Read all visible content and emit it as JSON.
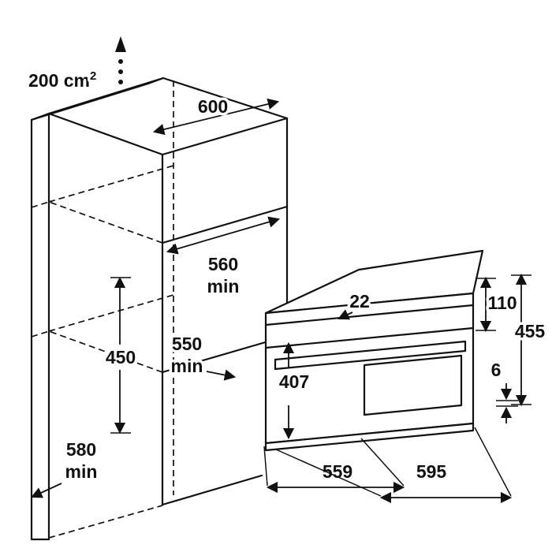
{
  "page": {
    "background": "#ffffff",
    "line_color": "#111111"
  },
  "labels": {
    "vent_area": "200 cm",
    "vent_area_sup": "2",
    "top_width": "600",
    "niche_width": "560",
    "niche_width_min": "min",
    "niche_height": "450",
    "niche_depth": "550",
    "niche_depth_min": "min",
    "floor_clearance": "580",
    "floor_clearance_min": "min",
    "top_inset": "22",
    "panel_height": "110",
    "oven_height": "455",
    "bottom_gap": "6",
    "door_height": "407",
    "oven_depth": "559",
    "oven_width": "595"
  }
}
